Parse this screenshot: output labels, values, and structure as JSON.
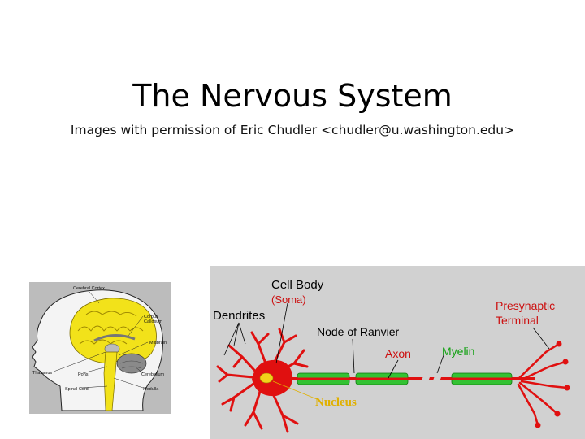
{
  "slide": {
    "title": "The Nervous System",
    "subtitle": "Images with permission of  Eric Chudler <chudler@u.washington.edu>"
  },
  "brain_diagram": {
    "labels": {
      "cerebral_cortex": "Cerebral Cortex",
      "corpus_callosum_1": "Corpus",
      "corpus_callosum_2": "Callosum",
      "midbrain": "Midbrain",
      "thalamus": "Thalamus",
      "pons": "Pons",
      "cerebellum": "Cerebellum",
      "spinal_cord": "Spinal Cord",
      "medulla": "Medulla"
    },
    "colors": {
      "brain": "#f2e21a",
      "background": "#bcbcbc"
    }
  },
  "neuron_diagram": {
    "labels": {
      "cell_body": "Cell Body",
      "soma": "(Soma)",
      "dendrites": "Dendrites",
      "node_of_ranvier": "Node of Ranvier",
      "presynaptic_1": "Presynaptic",
      "presynaptic_2": "Terminal",
      "axon": "Axon",
      "myelin": "Myelin",
      "nucleus": "Nucleus"
    },
    "colors": {
      "neuron": "#e01010",
      "myelin": "#33c233",
      "label_red": "#cc1010",
      "label_green": "#10a010",
      "nucleus_label": "#e0b000",
      "background": "#d1d1d1"
    }
  }
}
